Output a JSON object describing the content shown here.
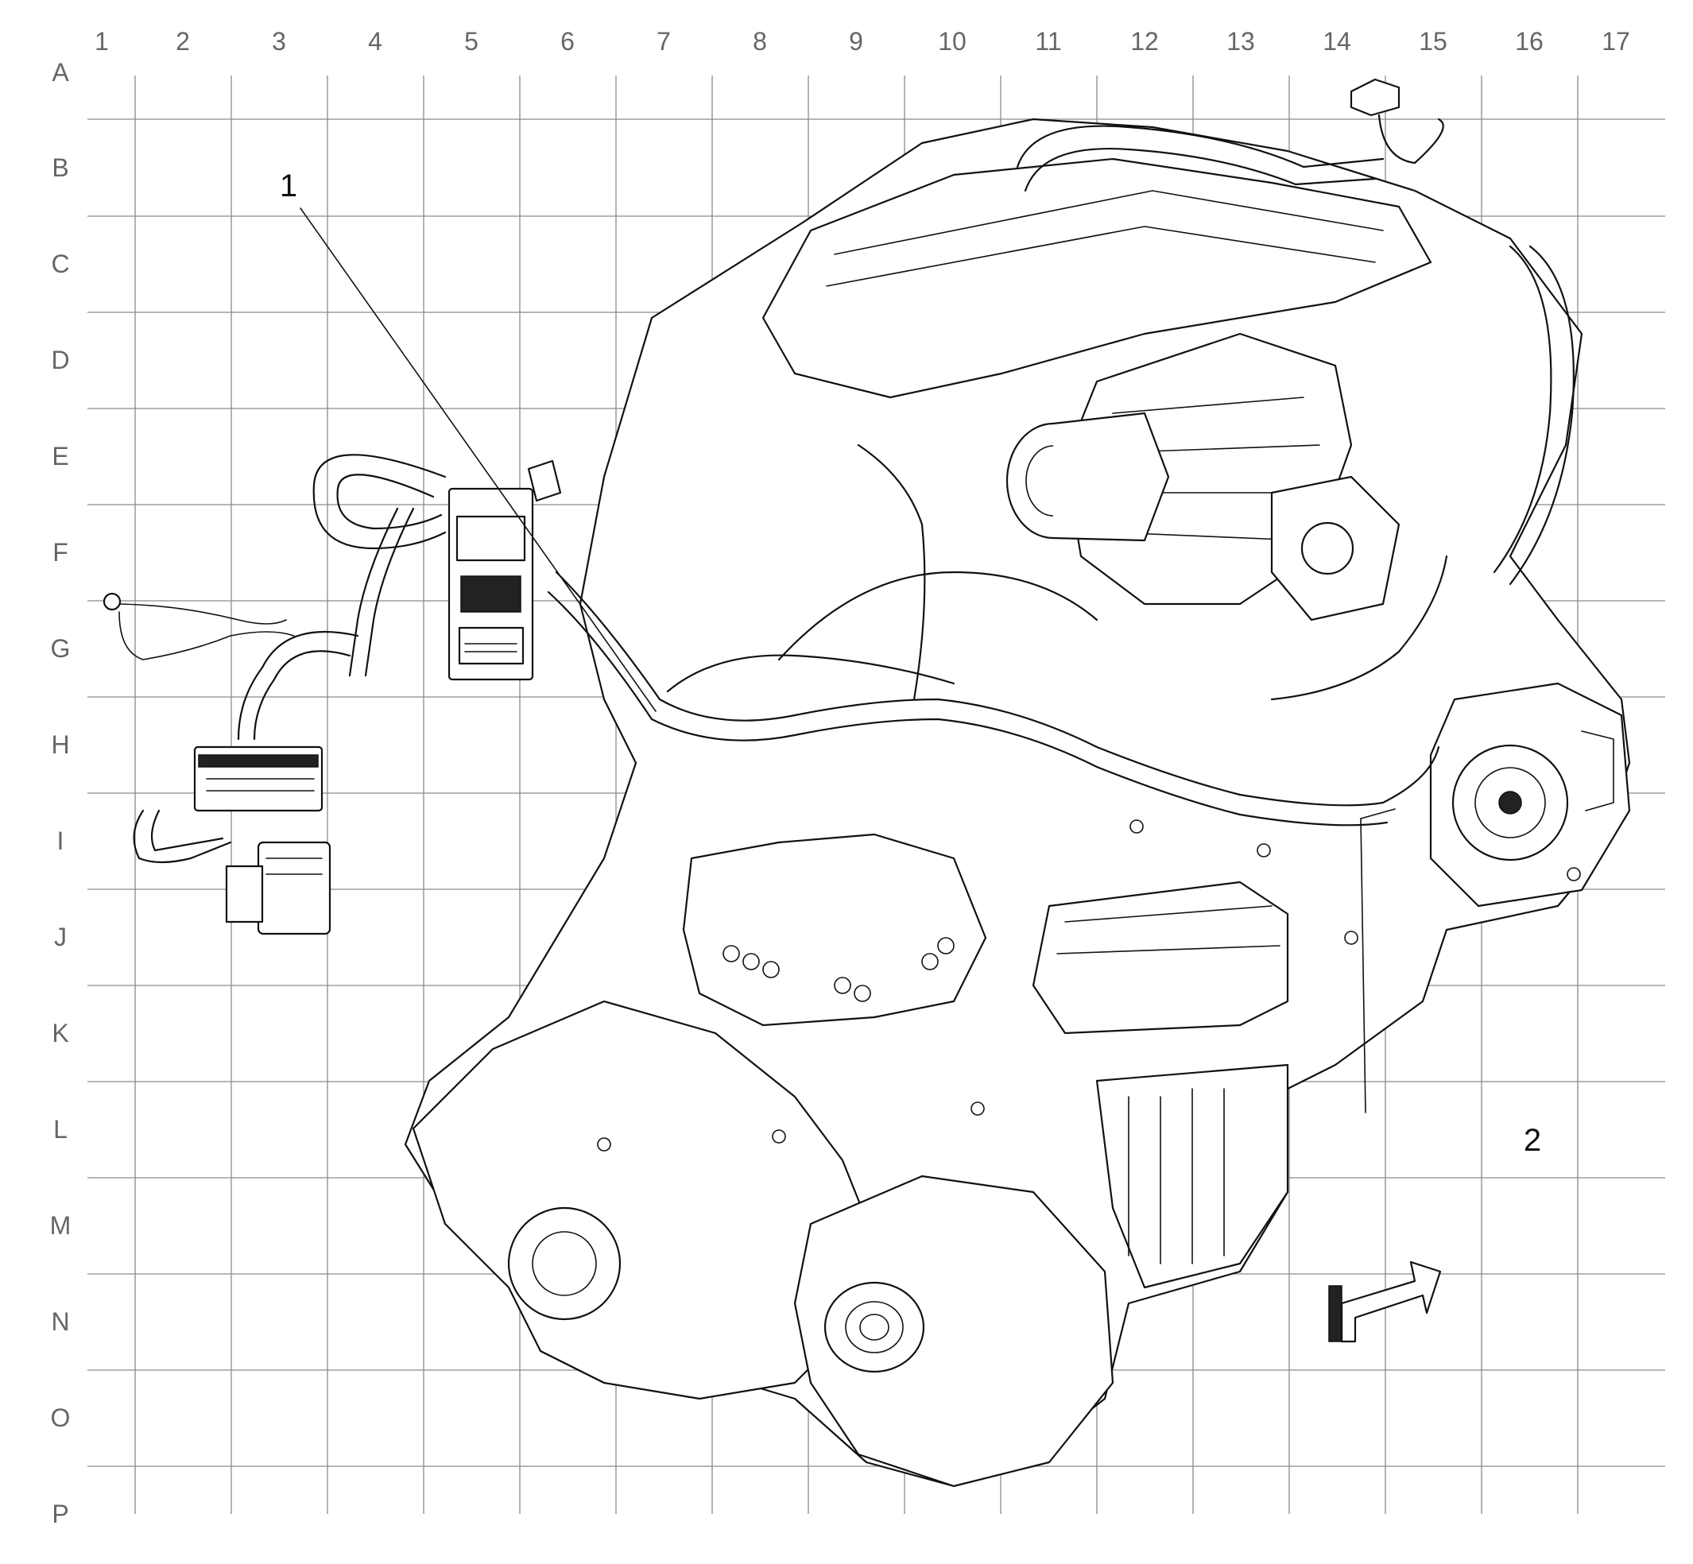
{
  "grid": {
    "columns": [
      "1",
      "2",
      "3",
      "4",
      "5",
      "6",
      "7",
      "8",
      "9",
      "10",
      "11",
      "12",
      "13",
      "14",
      "15",
      "16",
      "17"
    ],
    "rows": [
      "A",
      "B",
      "C",
      "D",
      "E",
      "F",
      "G",
      "H",
      "I",
      "J",
      "K",
      "L",
      "M",
      "N",
      "O",
      "P"
    ]
  },
  "callouts": [
    {
      "id": "callout-1",
      "label": "1"
    },
    {
      "id": "callout-2",
      "label": "2"
    }
  ],
  "icons": {
    "direction_arrow": "forward-arrow-icon"
  },
  "colors": {
    "grid": "#8a8a8a",
    "labels": "#666666",
    "ink": "#111111",
    "background": "#ffffff"
  }
}
